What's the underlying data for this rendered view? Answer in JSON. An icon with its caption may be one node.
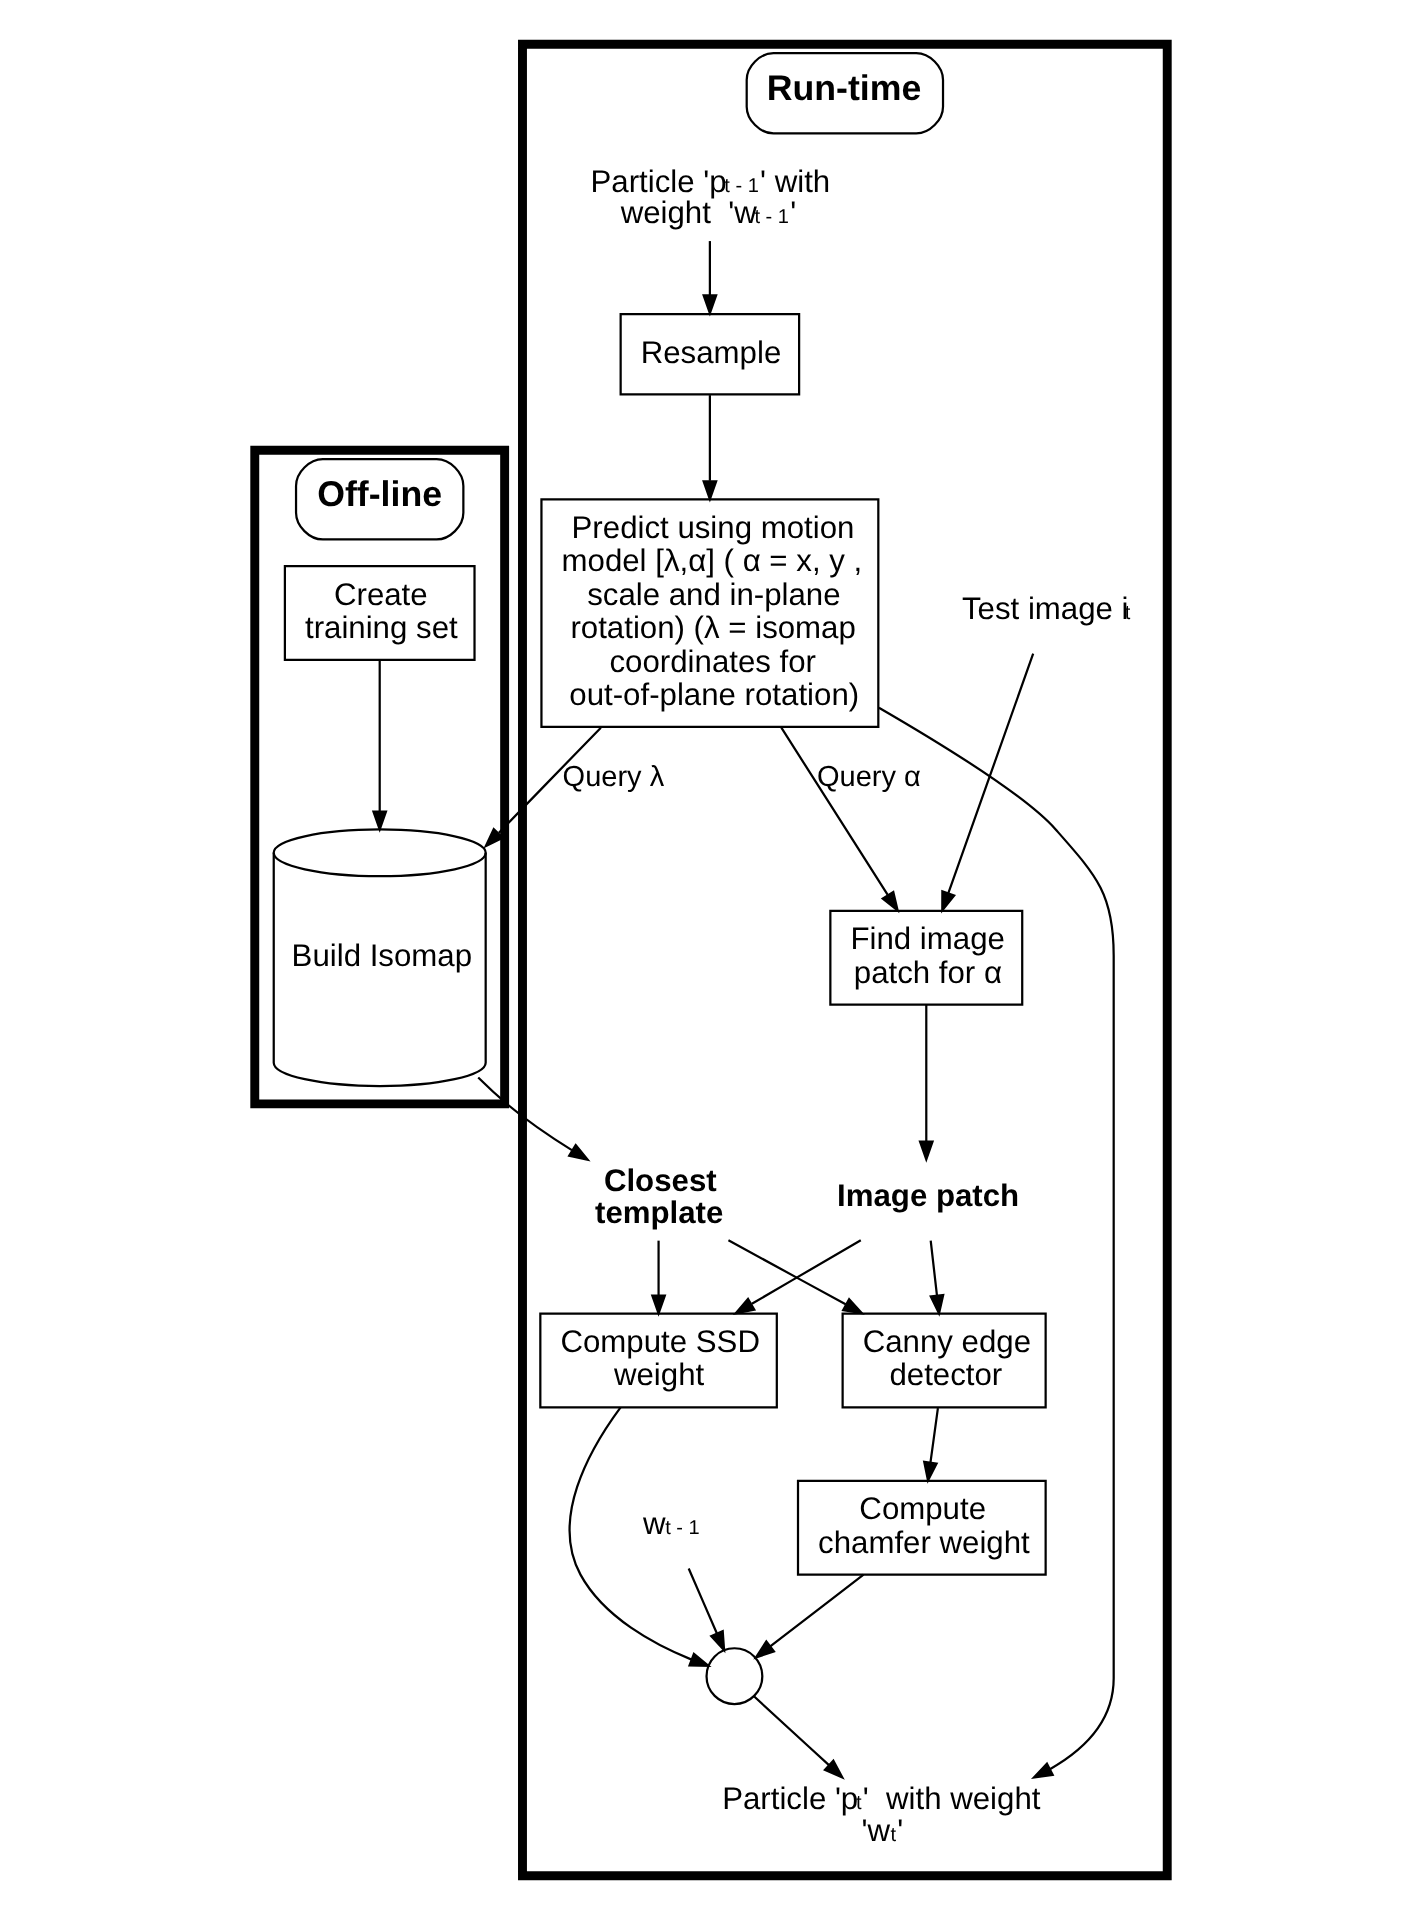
{
  "diagram": {
    "nodes": [
      {
        "text": [
          "Off-line"
        ]
      },
      {
        "text": [
          "Create training set"
        ],
        "in": 0
      },
      {
        "text": [
          "Build Isomap"
        ],
        "in": 0
      },
      {
        "text": [
          "Run-time"
        ]
      },
      {
        "text": [
          "Particle 'p$_{t - 1}$' with weight  'w$_{t - 1}$'"
        ],
        "in": 3
      },
      {
        "text": [
          "Test image i$_{t}$"
        ],
        "in": 3
      },
      {
        "text": [
          "Resample"
        ],
        "in": 3
      },
      {
        "text": [
          "Predict using motion model [λ,α] ( α = x, y , scale and in-plane rotation) (λ = isomap coordinates for out-of-plane rotation)"
        ],
        "in": 3
      },
      {
        "text": [
          "Find image patch for α"
        ],
        "in": 3
      },
      {
        "text": [
          "Closest template"
        ],
        "in": 3
      },
      {
        "text": [
          "Image patch"
        ],
        "in": 3
      },
      {
        "text": [
          "Canny edge detector"
        ],
        "in": 3
      },
      {
        "text": [
          "Compute SSD weight"
        ],
        "in": 3
      },
      {
        "text": [
          "Compute chamfer weight"
        ],
        "in": 3
      },
      {
        "text": [
          "w$_{t - 1}$"
        ],
        "in": 3
      },
      {
        "text": [],
        "shape": "circle",
        "in": 3
      },
      {
        "text": [
          "Particle 'p$_{t}$'  with weight  'w$_{t}$'"
        ],
        "in": 3
      }
    ],
    "edges": [
      {
        "from": 1,
        "to": 2,
        "arrow": "to"
      },
      {
        "from": 4,
        "to": 6,
        "arrow": "to"
      },
      {
        "from": 5,
        "to": 8,
        "arrow": "to"
      },
      {
        "from": 6,
        "to": 7,
        "arrow": "to"
      },
      {
        "from": 7,
        "to": 8,
        "arrow": "to",
        "label": "Query α"
      },
      {
        "from": 7,
        "to": 2,
        "arrow": "to",
        "label": "Query λ"
      },
      {
        "from": 2,
        "to": 9,
        "arrow": "to"
      },
      {
        "from": 8,
        "to": 10,
        "arrow": "to"
      },
      {
        "from": 10,
        "to": 11,
        "arrow": "to"
      },
      {
        "from": 10,
        "to": 12,
        "arrow": "to"
      },
      {
        "from": 9,
        "to": 11,
        "arrow": "to"
      },
      {
        "from": 9,
        "to": 12,
        "arrow": "to"
      },
      {
        "from": 11,
        "to": 13,
        "arrow": "to"
      },
      {
        "from": 12,
        "to": 15,
        "arrow": "to"
      },
      {
        "from": 13,
        "to": 15,
        "arrow": "to"
      },
      {
        "from": 14,
        "to": 15,
        "arrow": "to"
      },
      {
        "from": 15,
        "to": 16,
        "arrow": "to"
      },
      {
        "from": 7,
        "to": 16,
        "arrow": "to"
      }
    ]
  }
}
